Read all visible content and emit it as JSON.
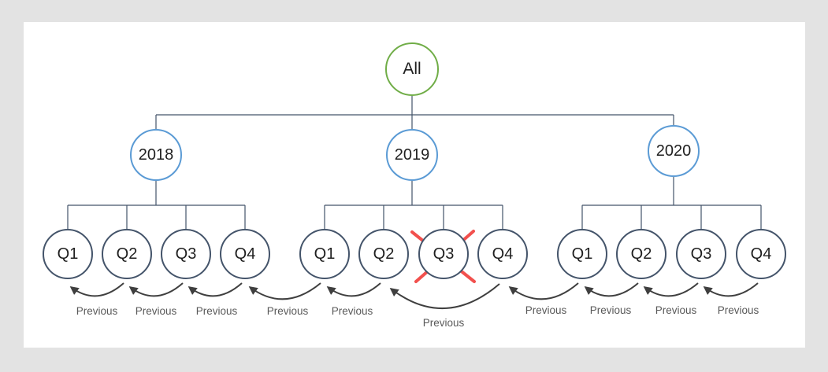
{
  "background_color": "#e3e3e3",
  "canvas_color": "#ffffff",
  "diagram": {
    "type": "hierarchy-tree",
    "root": {
      "label": "All",
      "border_color": "#70ad47"
    },
    "year_border_color": "#5b9bd5",
    "quarter_border_color": "#44546a",
    "connector_color": "#44546a",
    "arrow_color": "#3f3f3f",
    "cross_color": "#f2504d",
    "previous_label_color": "#595959",
    "years": [
      {
        "label": "2018"
      },
      {
        "label": "2019"
      },
      {
        "label": "2020"
      }
    ],
    "groups": [
      {
        "year": "2018",
        "quarters": [
          {
            "label": "Q1"
          },
          {
            "label": "Q2"
          },
          {
            "label": "Q3"
          },
          {
            "label": "Q4"
          }
        ]
      },
      {
        "year": "2019",
        "crossed_out": "Q3",
        "quarters": [
          {
            "label": "Q1"
          },
          {
            "label": "Q2"
          },
          {
            "label": "Q3"
          },
          {
            "label": "Q4"
          }
        ]
      },
      {
        "year": "2020",
        "quarters": [
          {
            "label": "Q1"
          },
          {
            "label": "Q2"
          },
          {
            "label": "Q3"
          },
          {
            "label": "Q4"
          }
        ]
      }
    ],
    "arrows": [
      {
        "from": "2018-Q2",
        "to": "2018-Q1",
        "label": "Previous"
      },
      {
        "from": "2018-Q3",
        "to": "2018-Q2",
        "label": "Previous"
      },
      {
        "from": "2018-Q4",
        "to": "2018-Q3",
        "label": "Previous"
      },
      {
        "from": "2019-Q1",
        "to": "2018-Q4",
        "label": "Previous"
      },
      {
        "from": "2019-Q2",
        "to": "2019-Q1",
        "label": "Previous"
      },
      {
        "from": "2019-Q4",
        "to": "2019-Q2",
        "label": "Previous"
      },
      {
        "from": "2020-Q1",
        "to": "2019-Q4",
        "label": "Previous"
      },
      {
        "from": "2020-Q2",
        "to": "2020-Q1",
        "label": "Previous"
      },
      {
        "from": "2020-Q3",
        "to": "2020-Q2",
        "label": "Previous"
      },
      {
        "from": "2020-Q4",
        "to": "2020-Q3",
        "label": "Previous"
      }
    ]
  }
}
